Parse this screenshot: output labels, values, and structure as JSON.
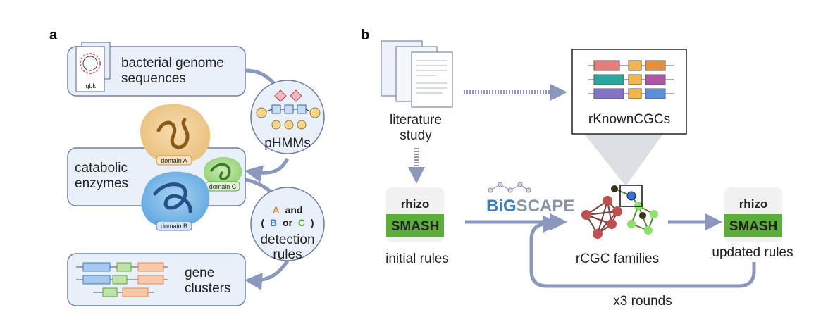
{
  "panel_a": {
    "letter": "a",
    "genome": {
      "file_label": ".gbk",
      "line1": "bacterial genome",
      "line2": "sequences"
    },
    "phmm": {
      "label": "pHMMs"
    },
    "enzymes": {
      "line1": "catabolic",
      "line2": "enzymes",
      "domain_a": "domain A",
      "domain_b": "domain B",
      "domain_c": "domain C"
    },
    "rules": {
      "a": "A",
      "and": "and",
      "open": "(",
      "b": "B",
      "or": "or",
      "c": "C",
      "close": ")",
      "line1": "detection",
      "line2": "rules"
    },
    "clusters": {
      "line1": "gene",
      "line2": "clusters"
    }
  },
  "panel_b": {
    "letter": "b",
    "literature": {
      "line1": "literature",
      "line2": "study"
    },
    "known": {
      "label": "rKnownCGCs"
    },
    "initial": {
      "brand_top": "rhizo",
      "brand_main": "SMASH",
      "label": "initial rules"
    },
    "bigscape": {
      "part1": "BiG",
      "part2": "SCAPE"
    },
    "families": {
      "label": "rCGC families"
    },
    "updated": {
      "brand_top": "rhizo",
      "brand_main": "SMASH",
      "label": "updated rules"
    },
    "loop": {
      "label": "x3 rounds"
    }
  },
  "colors": {
    "arrow": "#8c97bc",
    "box_fill": "#eaf0f9",
    "box_stroke": "#6e7ea6",
    "smash_green": "#5cad3b",
    "domain_a": "#c8933e",
    "domain_b": "#3f7cc6",
    "domain_c": "#5aa840"
  }
}
